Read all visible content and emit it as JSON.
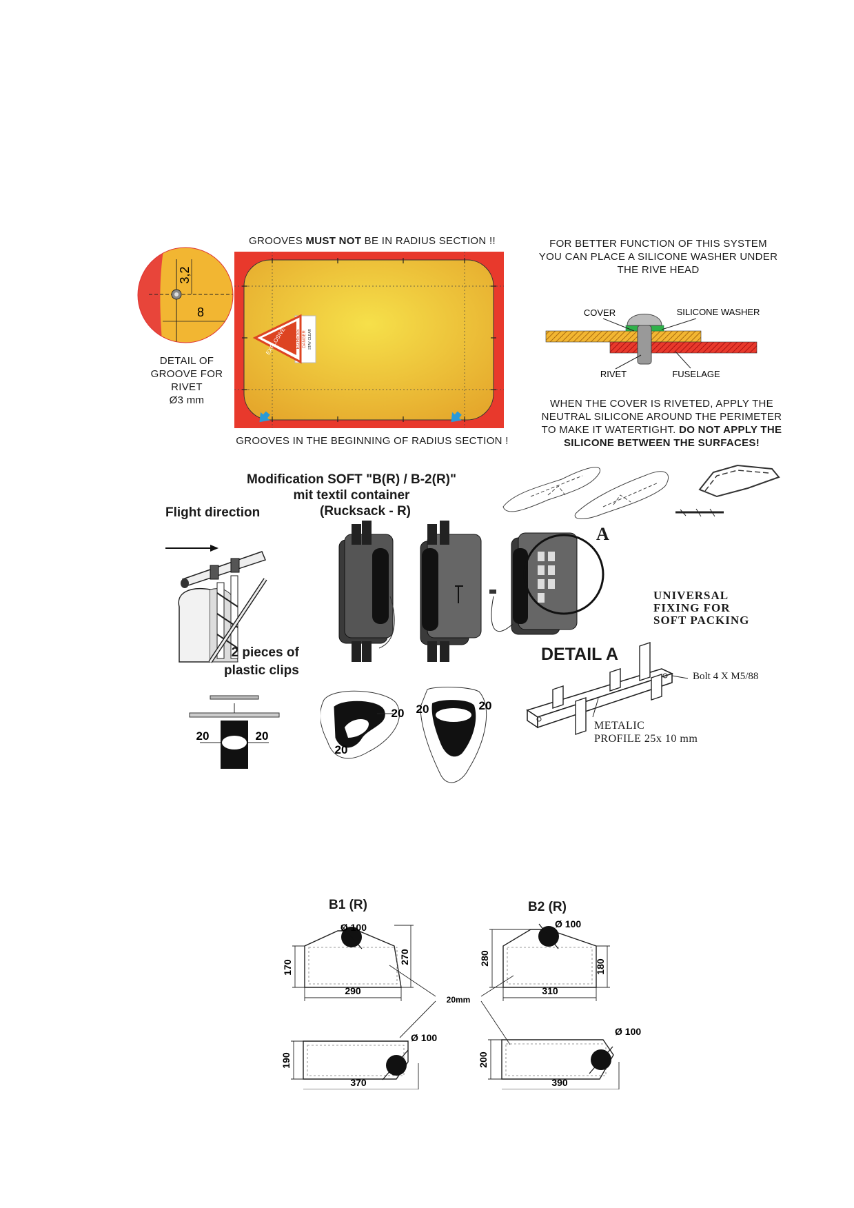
{
  "top": {
    "groove_detail": {
      "dim_a": "3,2",
      "dim_b": "8",
      "caption_lines": [
        "DETAIL OF",
        "GROOVE FOR",
        "RIVET",
        "Ø3 mm"
      ]
    },
    "cover": {
      "title_pre": "GROOVES ",
      "title_bold": "MUST NOT",
      "title_post": " BE IN RADIUS SECTION !!",
      "bottom_caption": "GROOVES IN THE BEGINNING OF RADIUS SECTION !",
      "sticker": {
        "word1": "EGRESS",
        "word2": "DANGER",
        "word3": "EXPLOSIVE",
        "word4": "STAY CLEAR"
      }
    },
    "rivet": {
      "note_lines": [
        "FOR BETTER FUNCTION OF THIS SYSTEM",
        "YOU CAN PLACE A SILICONE WASHER UNDER",
        "THE RIVE HEAD"
      ],
      "labels": {
        "cover": "COVER",
        "washer": "SILICONE WASHER",
        "rivet": "RIVET",
        "fuselage": "FUSELAGE"
      },
      "warning_lines": [
        "WHEN THE COVER IS RIVETED, APPLY THE",
        "NEUTRAL SILICONE AROUND THE PERIMETER"
      ],
      "warning_line3_pre": "TO MAKE IT WATERTIGHT. ",
      "warning_line3_bold": "DO NOT APPLY THE",
      "warning_line4_bold": "SILICONE BETWEEN THE SURFACES!"
    }
  },
  "middle": {
    "title_lines": [
      "Modification SOFT \"B(R) / B-2(R)\"",
      "mit textil container",
      "(Rucksack - R)"
    ],
    "flight_direction": "Flight direction",
    "clips_lines": [
      "2 pieces of",
      "plastic clips"
    ],
    "detail_marker": "A",
    "universal_lines": [
      "UNIVERSAL",
      "FIXING FOR",
      "SOFT PACKING"
    ],
    "detail_a": "DETAIL  A",
    "bolt": "Bolt 4 X M5/88",
    "profile_lines": [
      "METALIC",
      "PROFILE 25x 10 mm"
    ],
    "dims": {
      "d20": "20"
    }
  },
  "bottom": {
    "b1_title": "B1 (R)",
    "b2_title": "B2 (R)",
    "dia": "Ø 100",
    "gap": "20mm",
    "b1_top": {
      "height_left": "170",
      "height_right": "270",
      "width": "290"
    },
    "b2_top": {
      "height_left": "280",
      "height_right": "180",
      "width": "310"
    },
    "b1_bottom": {
      "height": "190",
      "width": "370"
    },
    "b2_bottom": {
      "height": "200",
      "width": "390"
    }
  }
}
